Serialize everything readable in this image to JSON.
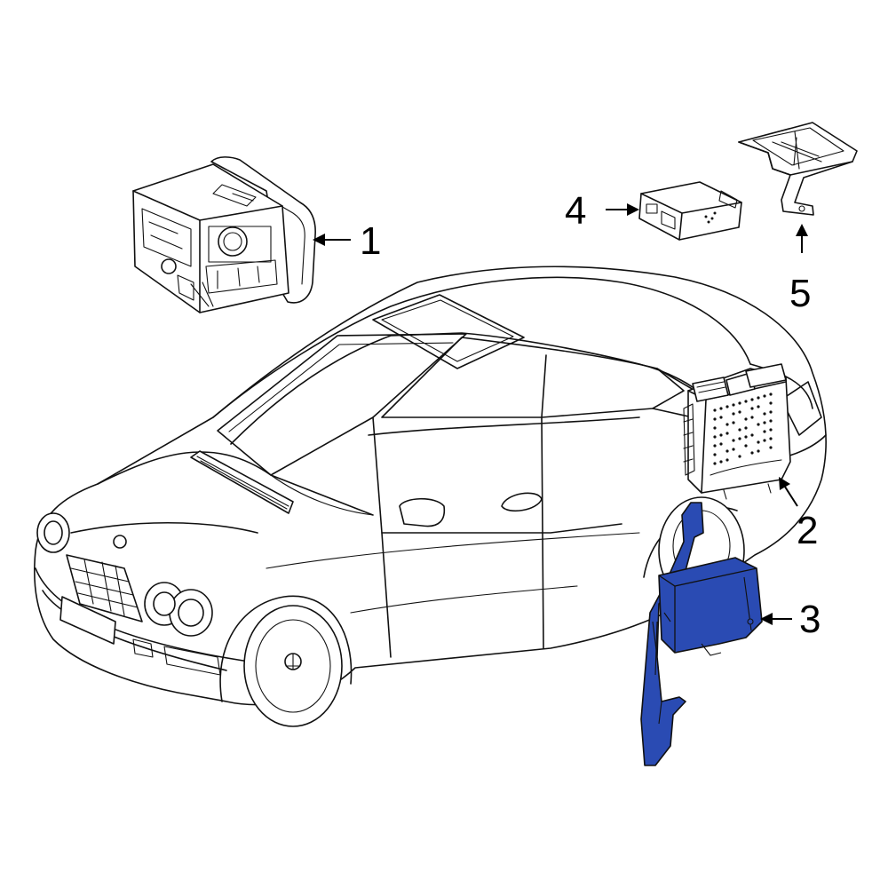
{
  "colors": {
    "background": "#ffffff",
    "line": "#111111",
    "highlight": "#2a4bb3"
  },
  "parts": [
    {
      "id": "radio-head-unit",
      "callout": "1",
      "highlighted": false
    },
    {
      "id": "control-module",
      "callout": "2",
      "highlighted": false
    },
    {
      "id": "module-with-bracket",
      "callout": "3",
      "highlighted": true
    },
    {
      "id": "small-module",
      "callout": "4",
      "highlighted": false
    },
    {
      "id": "mounting-bracket",
      "callout": "5",
      "highlighted": false
    }
  ]
}
